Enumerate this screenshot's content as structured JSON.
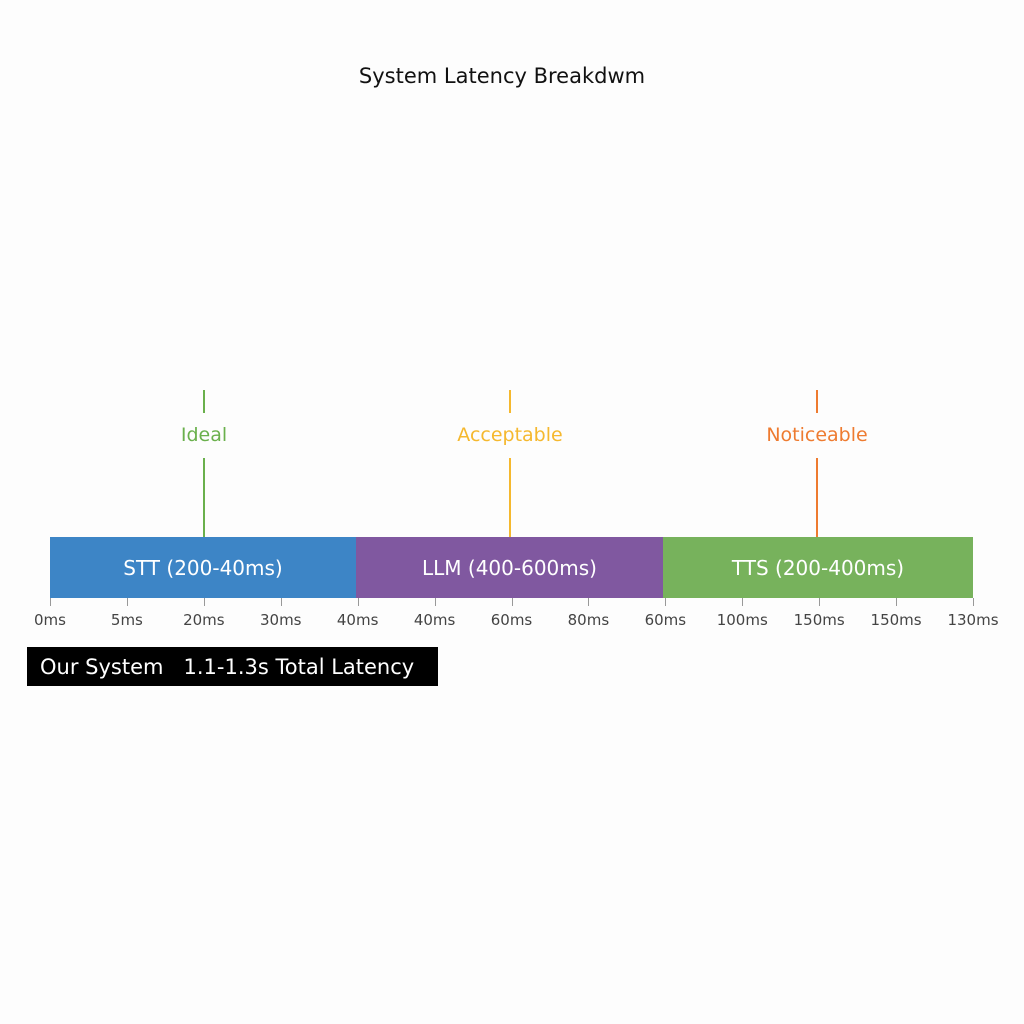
{
  "title": "System Latency Breakdwm",
  "segments": [
    {
      "label": "STT (200-40ms)",
      "color": "#3d85c6"
    },
    {
      "label": "LLM (400-600ms)",
      "color": "#8058a0"
    },
    {
      "label": "TTS (200-400ms)",
      "color": "#77b25c"
    }
  ],
  "ticks": [
    "0ms",
    "5ms",
    "20ms",
    "30ms",
    "40ms",
    "40ms",
    "60ms",
    "80ms",
    "60ms",
    "100ms",
    "150ms",
    "150ms",
    "130ms"
  ],
  "markers": [
    {
      "label": "Ideal",
      "color": "#6ab04c"
    },
    {
      "label": "Acceptable",
      "color": "#f5b82e"
    },
    {
      "label": "Noticeable",
      "color": "#ee7b30"
    }
  ],
  "summary": {
    "system": "Our System",
    "total": "1.1-1.3s Total Latency"
  }
}
